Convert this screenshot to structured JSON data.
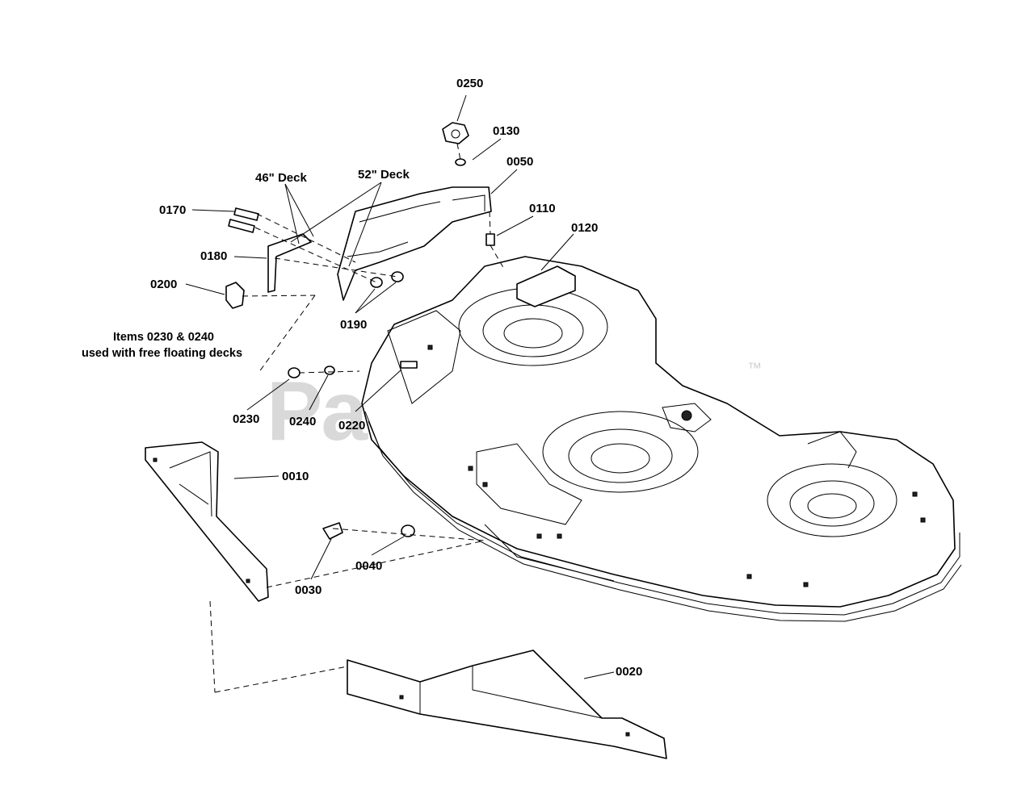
{
  "watermark": {
    "text": "PartsTree",
    "trademark": "™"
  },
  "annotations": {
    "deck_46": "46\" Deck",
    "deck_52": "52\" Deck",
    "note_line1": "Items 0230 & 0240",
    "note_line2": "used with free floating decks"
  },
  "parts": {
    "p0010": "0010",
    "p0020": "0020",
    "p0030": "0030",
    "p0040": "0040",
    "p0050": "0050",
    "p0110": "0110",
    "p0120": "0120",
    "p0130": "0130",
    "p0170": "0170",
    "p0180": "0180",
    "p0190": "0190",
    "p0200": "0200",
    "p0220": "0220",
    "p0230": "0230",
    "p0240": "0240",
    "p0250": "0250"
  }
}
